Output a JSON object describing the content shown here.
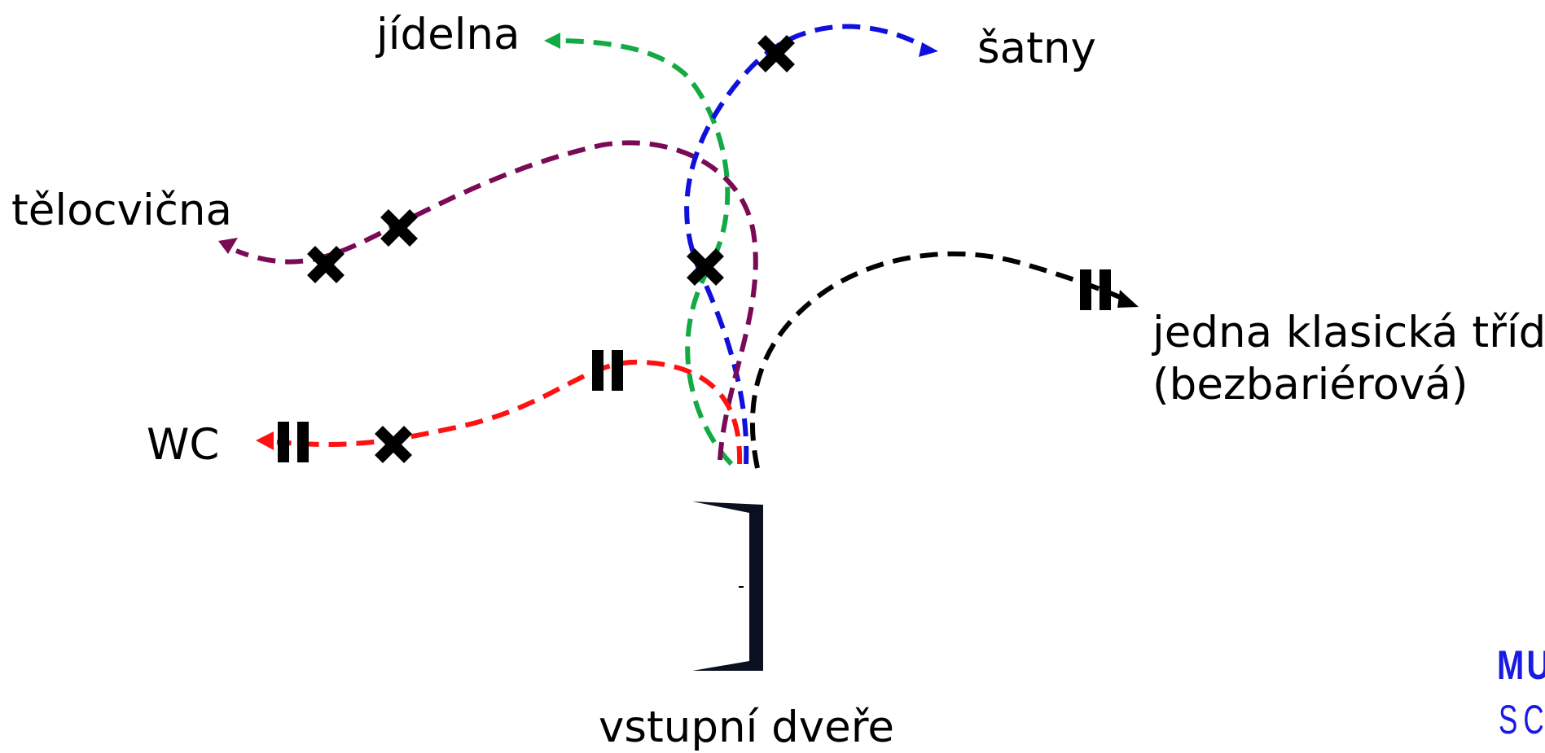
{
  "labels": {
    "jidelna": "jídelna",
    "satny": "šatny",
    "telocvicna": "tělocvična",
    "wc": "WC",
    "trida_line1": "jedna klasická třída",
    "trida_line2": "(bezbariérová)",
    "dvere": "vstupní dveře"
  },
  "logo": {
    "top": "MU",
    "bottom": "SC"
  },
  "colors": {
    "green": "#11aa44",
    "blue": "#1010dd",
    "purple": "#7a0a55",
    "red": "#ff1111",
    "black": "#000000",
    "door": "#0b1020"
  }
}
